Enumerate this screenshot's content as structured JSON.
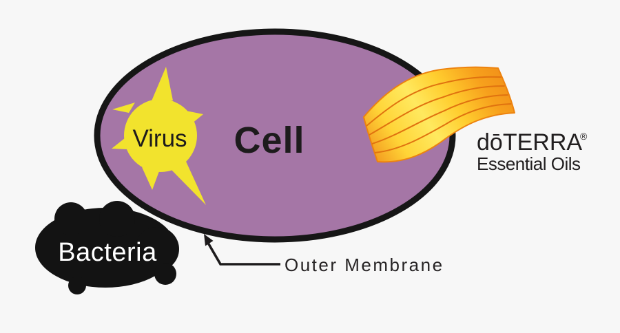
{
  "canvas": {
    "background": "#f7f7f7"
  },
  "cell": {
    "label": "Cell",
    "fill": "#A576A6",
    "outline": "#161616"
  },
  "virus": {
    "label": "Virus",
    "fill": "#F2E32D"
  },
  "bacteria": {
    "label": "Bacteria",
    "fill": "#131313",
    "label_color": "#FFFFFF"
  },
  "membrane": {
    "label": "Outer Membrane"
  },
  "brand": {
    "name": "dōTERRA",
    "registered_mark": "®",
    "tagline": "Essential Oils"
  },
  "ribbon": {
    "edge_color": "#EF8A18",
    "center_color": "#FFE95F",
    "stripe_color": "#E0720F"
  }
}
